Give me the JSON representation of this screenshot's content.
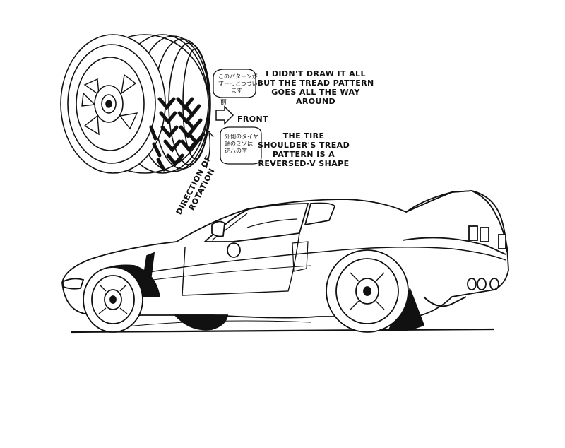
{
  "annotations": {
    "tread_note": "I DIDN'T DRAW IT ALL BUT THE TREAD PATTERN GOES ALL THE WAY AROUND",
    "shoulder_note": "THE TIRE SHOULDER'S TREAD PATTERN IS A REVERSED-V SHAPE",
    "front_label": "FRONT",
    "direction_label": "DIRECTION OF ROTATION",
    "jp_tread_line1": "このパターンが",
    "jp_tread_line2": "ずーっとつづいて",
    "jp_tread_line3": "ます",
    "jp_front": "前",
    "jp_shoulder_line1": "外側のタイヤ",
    "jp_shoulder_line2": "端のミゾは",
    "jp_shoulder_line3": "逆ハの字"
  },
  "colors": {
    "ink": "#111111",
    "paper": "#ffffff"
  }
}
